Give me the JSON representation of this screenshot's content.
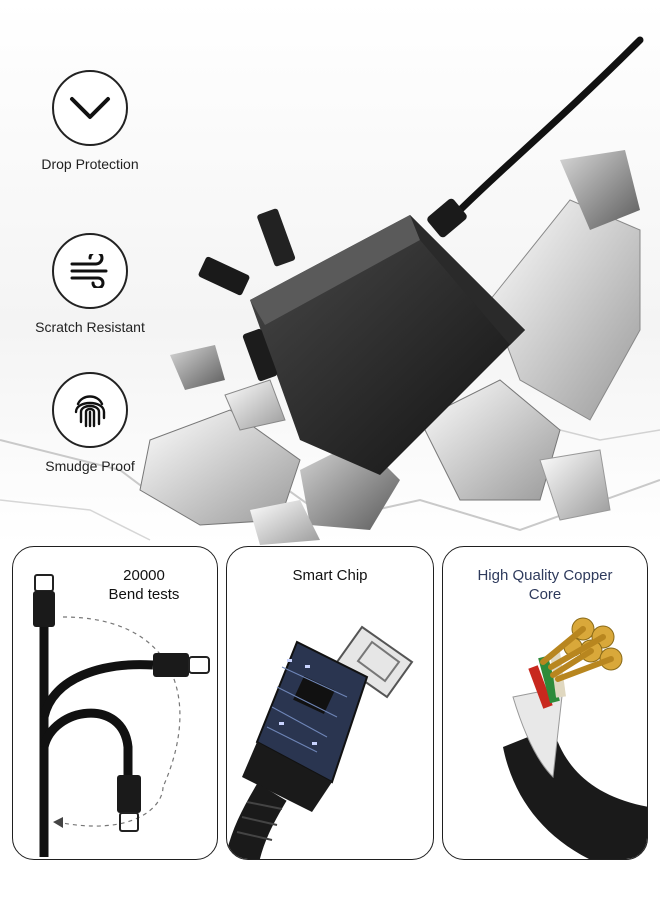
{
  "features": [
    {
      "label": "Drop Protection",
      "icon": "chevron-down-icon"
    },
    {
      "label": "Scratch Resistant",
      "icon": "wind-lines-icon"
    },
    {
      "label": "Smudge Proof",
      "icon": "fingerprint-icon"
    }
  ],
  "panels": [
    {
      "title_line1": "20000",
      "title_line2": "Bend tests",
      "image": "bent-usb-c-cable"
    },
    {
      "title_line1": "Smart Chip",
      "title_line2": "",
      "image": "usb-c-connector-chip"
    },
    {
      "title_line1": "High Quality Copper",
      "title_line2": "Core",
      "image": "copper-core-cable"
    }
  ],
  "hero_image": "black-uk-plug-charger-breaking-wall",
  "colors": {
    "outline": "#1f1f1f",
    "copper_title": "#2e3a5c",
    "background": "#ffffff"
  }
}
